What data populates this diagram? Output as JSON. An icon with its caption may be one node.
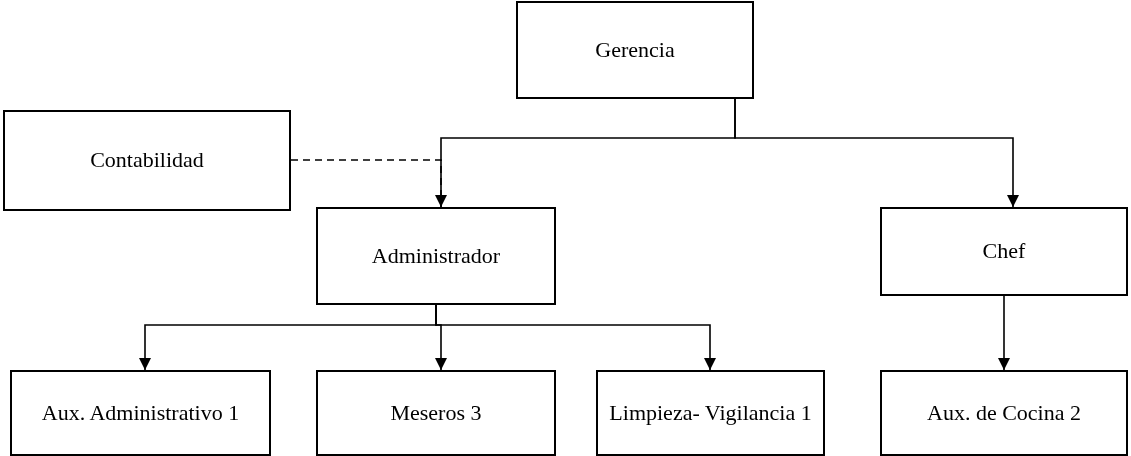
{
  "diagram": {
    "nodes": [
      {
        "text": [
          "Gerencia"
        ]
      },
      {
        "text": [
          "Contabilidad"
        ]
      },
      {
        "text": [
          "Administrador"
        ]
      },
      {
        "text": [
          "Chef"
        ]
      },
      {
        "text": [
          "Aux. Administrativo 1"
        ]
      },
      {
        "text": [
          "Meseros 3"
        ]
      },
      {
        "text": [
          "Limpieza- Vigilancia 1"
        ]
      },
      {
        "text": [
          "Aux. de Cocina 2"
        ]
      }
    ],
    "edges": [
      {
        "from": 0,
        "to": 2,
        "arrow": "to"
      },
      {
        "from": 0,
        "to": 3,
        "arrow": "to"
      },
      {
        "from": 1,
        "to": 2,
        "arrow": "none",
        "style": "dashed"
      },
      {
        "from": 2,
        "to": 4,
        "arrow": "to"
      },
      {
        "from": 2,
        "to": 5,
        "arrow": "to"
      },
      {
        "from": 2,
        "to": 6,
        "arrow": "to"
      },
      {
        "from": 3,
        "to": 7,
        "arrow": "to"
      }
    ]
  }
}
